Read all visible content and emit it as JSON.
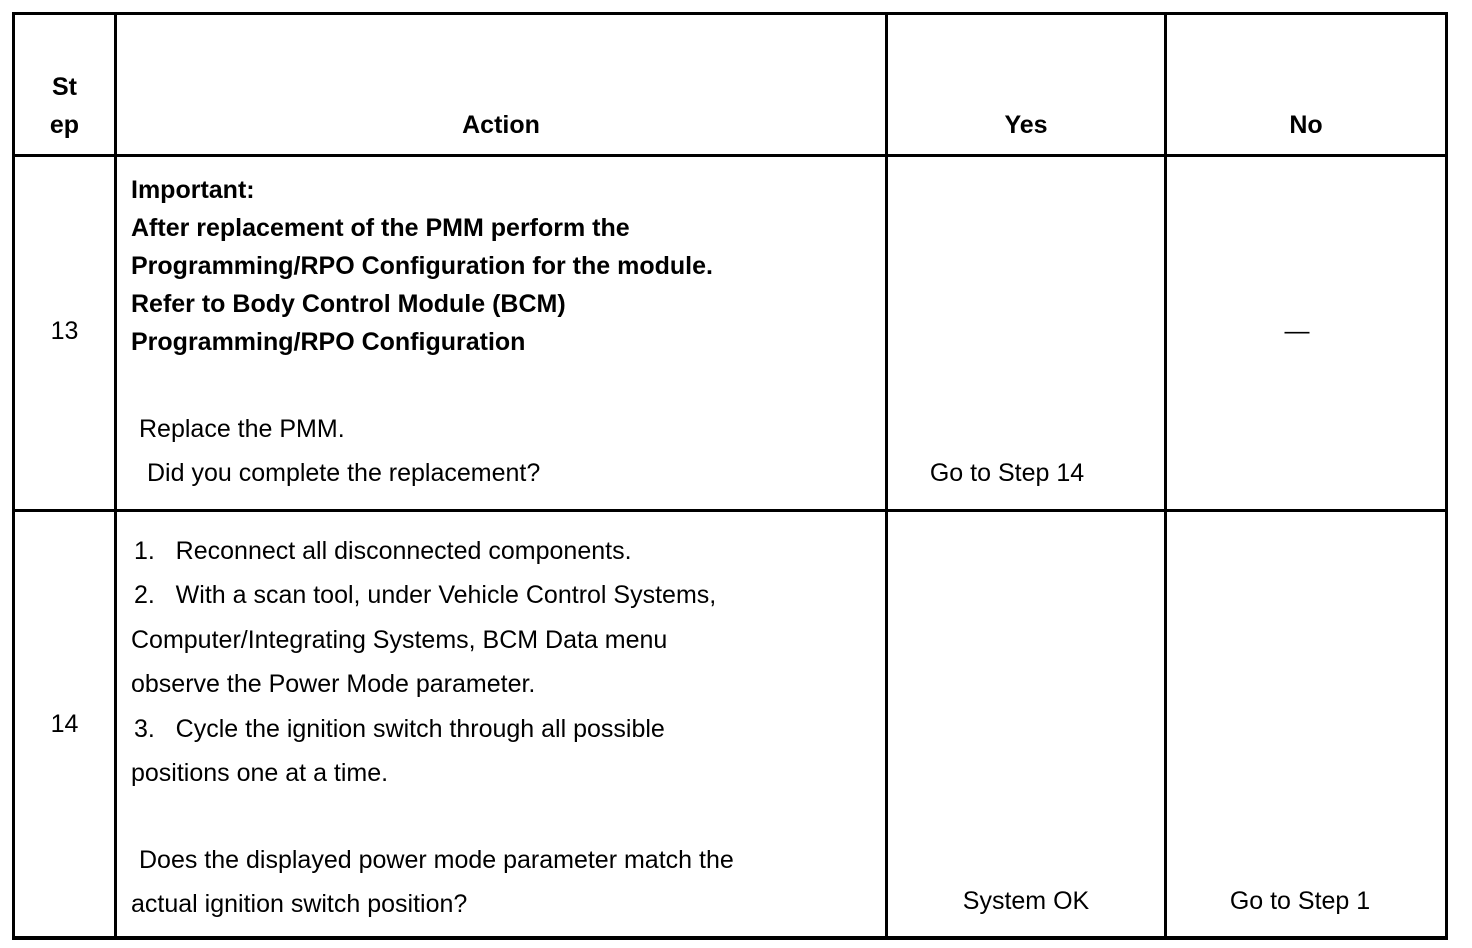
{
  "headers": {
    "step_line1": "St",
    "step_line2": "ep",
    "action": "Action",
    "yes": "Yes",
    "no": "No"
  },
  "rows": [
    {
      "step": "13",
      "important": [
        "Important:",
        "After replacement of the PMM perform the",
        "Programming/RPO Configuration for the module.",
        "Refer to Body Control Module (BCM)",
        "Programming/RPO Configuration"
      ],
      "action_text": [
        "Replace the PMM.",
        "Did you complete the replacement?"
      ],
      "yes": "Go to Step 14",
      "no": "—"
    },
    {
      "step": "14",
      "items": [
        "1.   Reconnect all disconnected components.",
        "2.   With a scan tool, under Vehicle Control Systems,",
        "Computer/Integrating Systems, BCM Data menu",
        "observe the Power Mode parameter.",
        "3.   Cycle the ignition switch through all possible",
        "positions one at a time."
      ],
      "question": [
        "Does the displayed power mode parameter match the",
        "actual ignition switch position?"
      ],
      "yes": "System OK",
      "no": "Go to Step 1"
    }
  ]
}
